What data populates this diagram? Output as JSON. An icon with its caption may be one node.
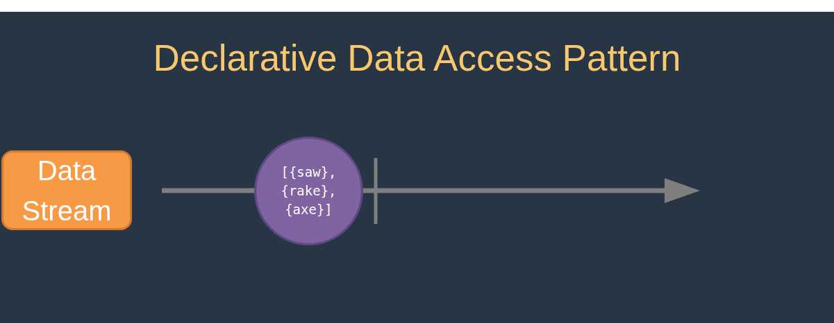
{
  "diagram": {
    "title": "Declarative Data Access Pattern",
    "nodes": [
      {
        "text": [
          "Data Stream"
        ]
      },
      {
        "text": [
          "[{saw}, {rake}, {axe}]"
        ]
      }
    ]
  }
}
